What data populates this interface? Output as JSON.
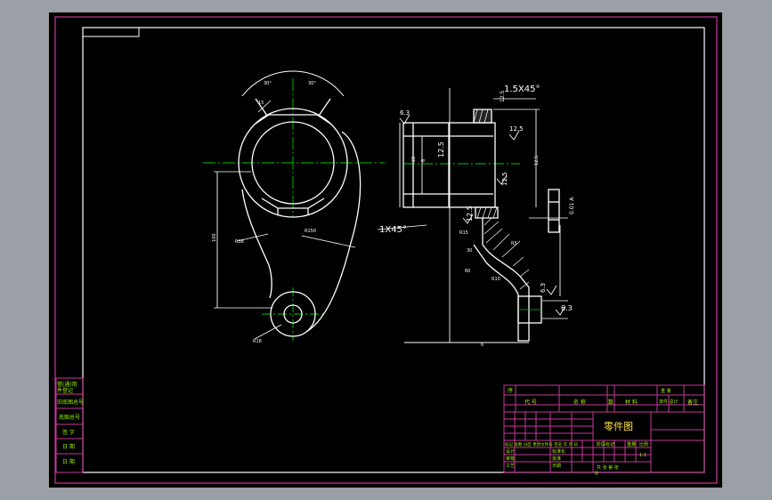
{
  "drawing": {
    "left_view": {
      "angle_left": "30°",
      "angle_right": "30°",
      "dim_15": "15",
      "dim_r38": "R38",
      "dim_r150": "R150",
      "dim_100": "100",
      "dim_r18": "R18"
    },
    "right_view": {
      "chamfer_top": "1.5X45°",
      "chamfer_left": "1X45°",
      "rough_1": "6.3",
      "rough_2": "12.5",
      "rough_3": "12.5",
      "rough_4": "12.5",
      "rough_5": "12.5",
      "rough_6": "6.3",
      "rough_7": "6.3",
      "dim_a": "12.5",
      "dim_b": "12.5",
      "dim_c": "R15",
      "dim_d": "30",
      "dim_e": "6",
      "dim_f": "60",
      "tol_frame": "0.01 A",
      "datum_a": "A",
      "dim_sm1": "22",
      "dim_sm2": "6",
      "dim_sm3": "R10",
      "dim_sm4": "R5"
    },
    "left_table": {
      "rows": [
        "借(通)用",
        "件登记",
        "旧底图总号",
        "底图总号",
        "签 字",
        "日 期",
        "日 期"
      ]
    },
    "title_block": {
      "header": [
        "序",
        "代  号",
        "名  称",
        "数",
        "材  料",
        "单件 总计",
        "备注"
      ],
      "header_right": "重 量",
      "part_name": "零件图",
      "row_a": "标记 处数 分区 更改文件号 签名 年 月 日",
      "designer": "设计",
      "standard": "标准化",
      "review": "审核",
      "process": "工艺",
      "approve": "批准",
      "date": "日期",
      "stage": "阶段标记",
      "weight": "重量",
      "scale": "比例",
      "scale_val": "1:1",
      "sheet": "共  张  第  张",
      "sub": "图"
    }
  }
}
